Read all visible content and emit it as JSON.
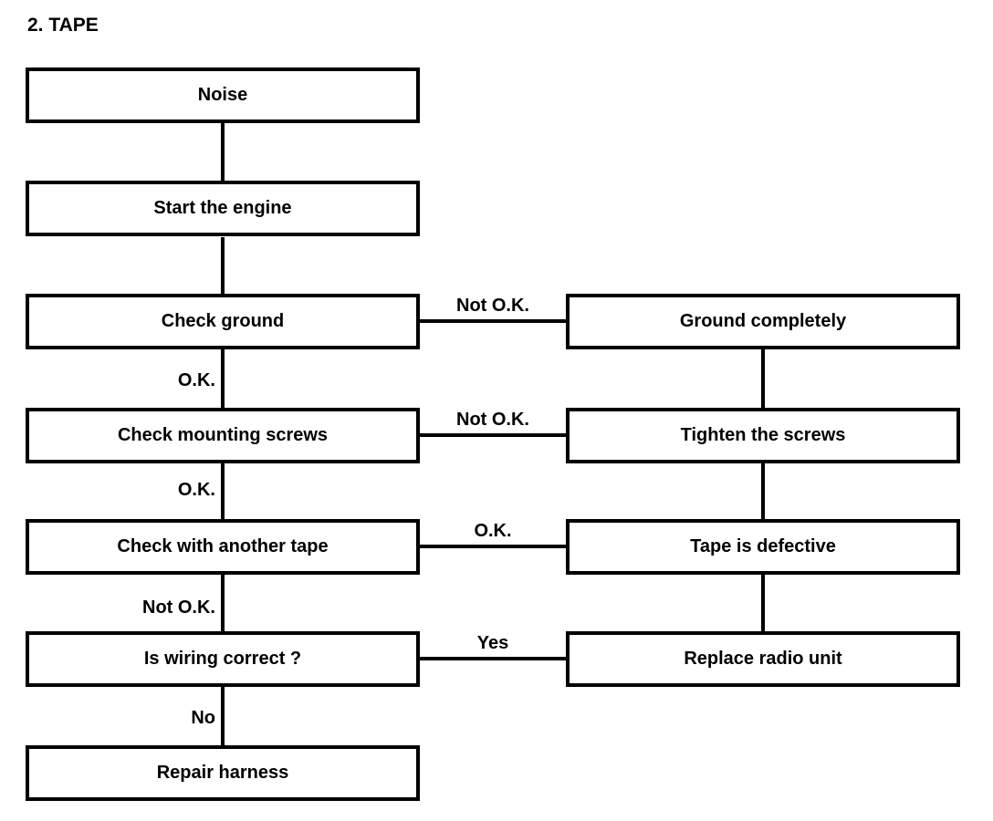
{
  "title": "2. TAPE",
  "diagram": {
    "type": "flowchart",
    "left_nodes": [
      {
        "id": "noise",
        "label": "Noise"
      },
      {
        "id": "start-engine",
        "label": "Start the engine"
      },
      {
        "id": "check-ground",
        "label": "Check ground"
      },
      {
        "id": "check-mounting-screws",
        "label": "Check mounting screws"
      },
      {
        "id": "check-another-tape",
        "label": "Check with another tape"
      },
      {
        "id": "is-wiring-correct",
        "label": "Is wiring correct ?"
      },
      {
        "id": "repair-harness",
        "label": "Repair harness"
      }
    ],
    "right_nodes": [
      {
        "id": "ground-completely",
        "label": "Ground completely"
      },
      {
        "id": "tighten-screws",
        "label": "Tighten the screws"
      },
      {
        "id": "tape-defective",
        "label": "Tape is defective"
      },
      {
        "id": "replace-radio-unit",
        "label": "Replace radio unit"
      }
    ],
    "down_labels": [
      "O.K.",
      "O.K.",
      "Not O.K.",
      "No"
    ],
    "branch_labels": [
      "Not O.K.",
      "Not O.K.",
      "O.K.",
      "Yes"
    ],
    "edges": [
      {
        "from": "Noise",
        "to": "Start the engine",
        "label": ""
      },
      {
        "from": "Start the engine",
        "to": "Check ground",
        "label": ""
      },
      {
        "from": "Check ground",
        "to": "Check mounting screws",
        "label": "O.K."
      },
      {
        "from": "Check ground",
        "to": "Ground completely",
        "label": "Not O.K."
      },
      {
        "from": "Check mounting screws",
        "to": "Check with another tape",
        "label": "O.K."
      },
      {
        "from": "Check mounting screws",
        "to": "Tighten the screws",
        "label": "Not O.K."
      },
      {
        "from": "Check with another tape",
        "to": "Is wiring correct ?",
        "label": "Not O.K."
      },
      {
        "from": "Check with another tape",
        "to": "Tape is defective",
        "label": "O.K."
      },
      {
        "from": "Is wiring correct ?",
        "to": "Repair harness",
        "label": "No"
      },
      {
        "from": "Is wiring correct ?",
        "to": "Replace radio unit",
        "label": "Yes"
      },
      {
        "from": "Ground completely",
        "to": "Tighten the screws",
        "label": ""
      },
      {
        "from": "Tighten the screws",
        "to": "Tape is defective",
        "label": ""
      },
      {
        "from": "Tape is defective",
        "to": "Replace radio unit",
        "label": ""
      }
    ],
    "colors": {
      "line": "#000000",
      "background": "#ffffff",
      "text": "#000000"
    }
  }
}
